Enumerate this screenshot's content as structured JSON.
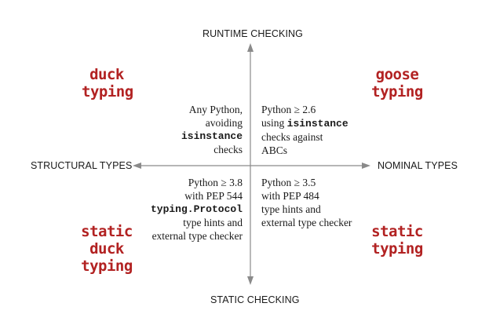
{
  "axes": {
    "top": "RUNTIME CHECKING",
    "bottom": "STATIC CHECKING",
    "left": "STRUCTURAL TYPES",
    "right": "NOMINAL TYPES"
  },
  "corners": {
    "top_left": [
      "duck",
      "typing"
    ],
    "top_right": [
      "goose",
      "typing"
    ],
    "bottom_left": [
      "static",
      "duck",
      "typing"
    ],
    "bottom_right": [
      "static",
      "typing"
    ]
  },
  "quadrants": {
    "top_left": {
      "line1": "Any Python,",
      "line2": "avoiding",
      "line3_code": "isinstance",
      "line4": "checks"
    },
    "top_right": {
      "line1": "Python ≥ 2.6",
      "line2_prefix": "using ",
      "line2_code": "isinstance",
      "line3": "checks against",
      "line4": "ABCs"
    },
    "bottom_left": {
      "line1": "Python ≥ 3.8",
      "line2": "with PEP 544",
      "line3_code": "typing.Protocol",
      "line4": "type hints and",
      "line5": "external type checker"
    },
    "bottom_right": {
      "line1": "Python ≥ 3.5",
      "line2": "with PEP 484",
      "line3": "type hints and",
      "line4": "external type checker"
    }
  },
  "colors": {
    "accent": "#b22222",
    "axis": "#888888",
    "text": "#1a1a1a"
  }
}
